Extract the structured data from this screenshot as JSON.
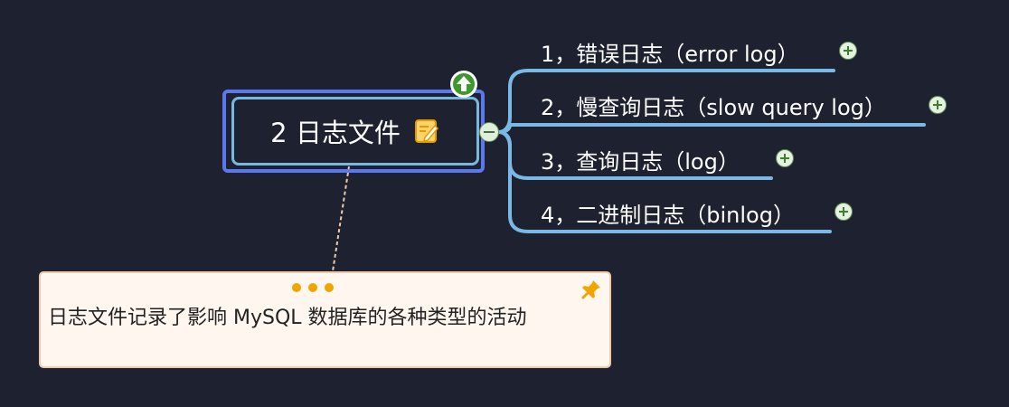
{
  "central_topic": {
    "title": "2 日志文件"
  },
  "branches": [
    {
      "label": "1，错误日志（error log）"
    },
    {
      "label": "2，慢查询日志（slow query log）"
    },
    {
      "label": "3，查询日志（log）"
    },
    {
      "label": "4，二进制日志（binlog）"
    }
  ],
  "note": {
    "text": "日志文件记录了影响 MySQL 数据库的各种类型的活动"
  },
  "colors": {
    "background": "#1e2230",
    "topic_border_outer": "#5a78f0",
    "topic_border_inner": "#78b9e0",
    "branch_line": "#7ab8e6",
    "note_background": "#fff6ef",
    "accent_orange": "#f0a500",
    "expand_green": "#3f7d32"
  },
  "icons": [
    "up-arrow-icon",
    "note-edit-icon",
    "collapse-icon",
    "expand-icon",
    "pin-icon"
  ]
}
